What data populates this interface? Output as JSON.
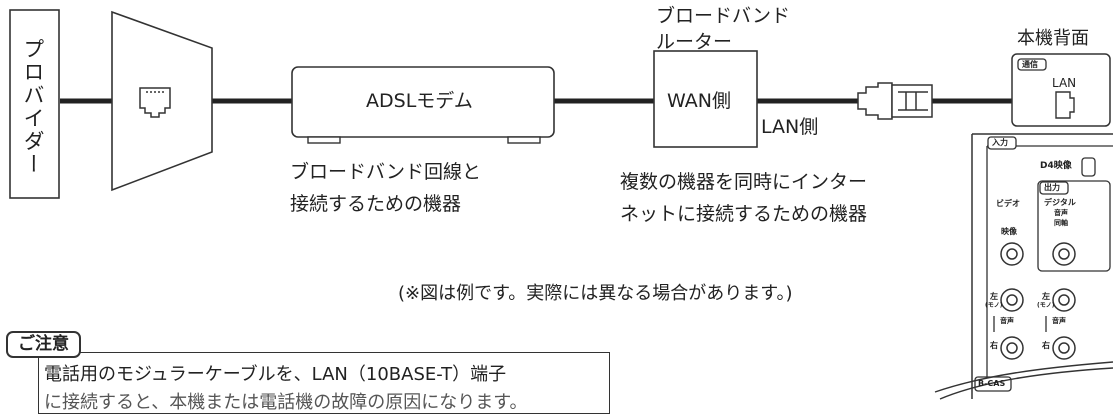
{
  "provider": {
    "label": "プロバイダー"
  },
  "modem": {
    "label": "ADSLモデム",
    "caption_line1": "ブロードバンド回線と",
    "caption_line2": "接続するための機器"
  },
  "router": {
    "title_line1": "ブロードバンド",
    "title_line2": "ルーター",
    "wan_label": "WAN側",
    "lan_label": "LAN側",
    "caption_line1": "複数の機器を同時にインター",
    "caption_line2": "ネットに接続するための機器"
  },
  "device": {
    "title": "本機背面",
    "comm_tag": "通信",
    "lan_port": "LAN",
    "input_tag": "入力",
    "d4_label": "D4映像",
    "output_tag": "出力",
    "video_label": "ビデオ",
    "video_sub": "映像",
    "digital_label": "デジタル",
    "digital_sub1": "音声",
    "digital_sub2": "同軸",
    "left_label": "左",
    "mono_label": "(モノ)",
    "audio_label": "音声",
    "right_label": "右",
    "bcas_label": "B-CAS"
  },
  "footnote": "(※図は例です。実際には異なる場合があります。)",
  "notice": {
    "title": "ご注意",
    "line1": "電話用のモジュラーケーブルを、LAN（10BASE-T）端子",
    "line2": "に接続すると、本機または電話機の故障の原因になります。"
  },
  "colors": {
    "line": "#222222",
    "stroke": "#333333",
    "background": "#ffffff"
  }
}
